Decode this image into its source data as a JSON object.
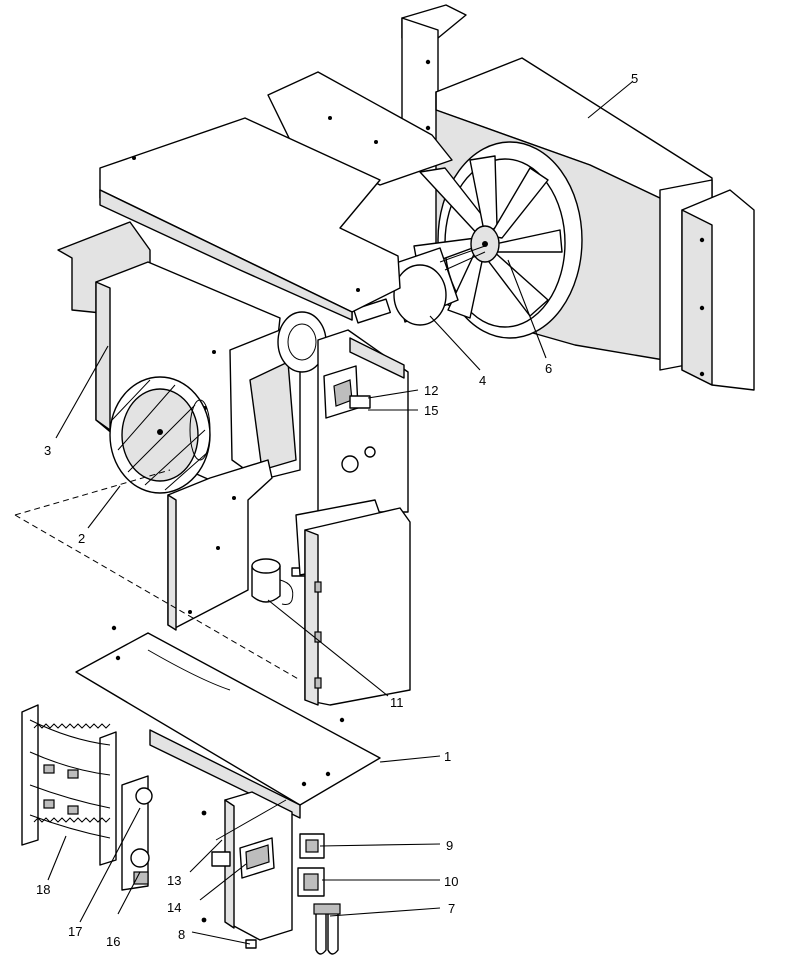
{
  "callouts": [
    {
      "id": "1",
      "text": "1"
    },
    {
      "id": "2",
      "text": "2"
    },
    {
      "id": "3",
      "text": "3"
    },
    {
      "id": "4",
      "text": "4"
    },
    {
      "id": "5",
      "text": "5"
    },
    {
      "id": "6",
      "text": "6"
    },
    {
      "id": "7",
      "text": "7"
    },
    {
      "id": "8",
      "text": "8"
    },
    {
      "id": "9",
      "text": "9"
    },
    {
      "id": "10",
      "text": "10"
    },
    {
      "id": "11",
      "text": "11"
    },
    {
      "id": "12",
      "text": "12"
    },
    {
      "id": "13",
      "text": "13"
    },
    {
      "id": "14",
      "text": "14"
    },
    {
      "id": "15",
      "text": "15"
    },
    {
      "id": "16",
      "text": "16"
    },
    {
      "id": "17",
      "text": "17"
    },
    {
      "id": "18",
      "text": "18"
    }
  ],
  "colors": {
    "line": "#000000",
    "background": "#ffffff",
    "shade": "#e3e3e3"
  }
}
